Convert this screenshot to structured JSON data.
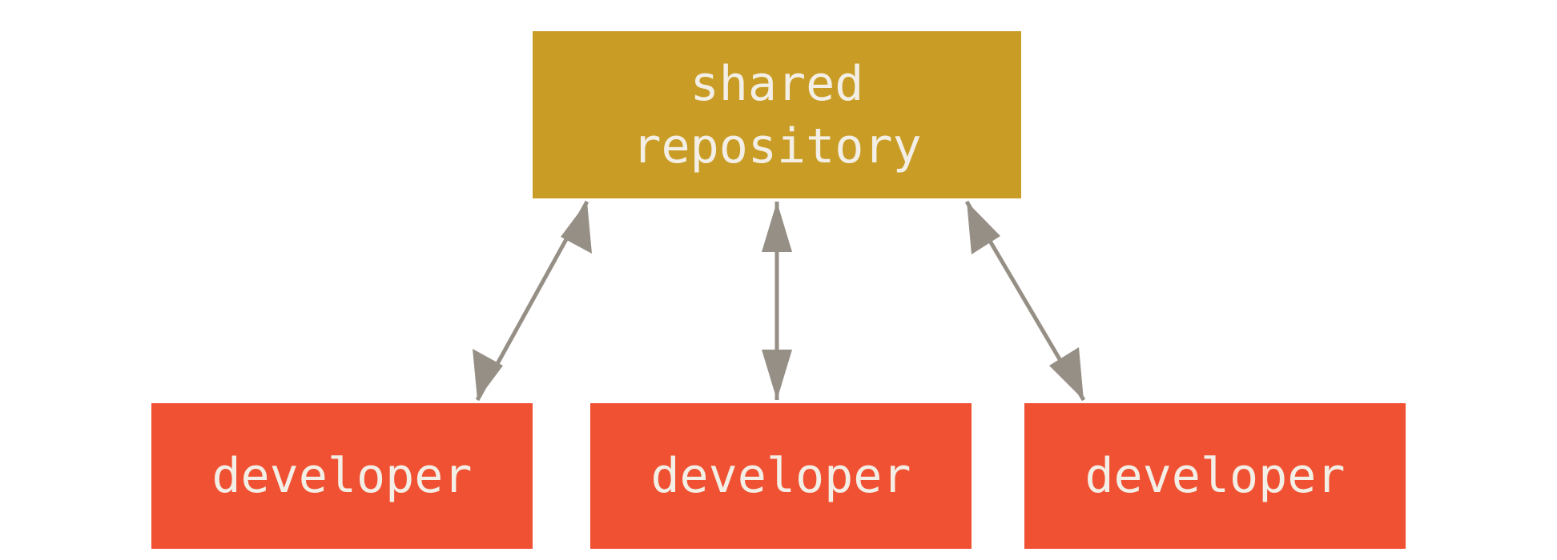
{
  "diagram": {
    "repository": {
      "label_line1": "shared",
      "label_line2": "repository"
    },
    "developers": [
      {
        "label": "developer"
      },
      {
        "label": "developer"
      },
      {
        "label": "developer"
      }
    ]
  },
  "colors": {
    "repository_fill": "#c99d25",
    "developer_fill": "#f05133",
    "arrow": "#968f86",
    "label_text": "#f3efe6"
  }
}
